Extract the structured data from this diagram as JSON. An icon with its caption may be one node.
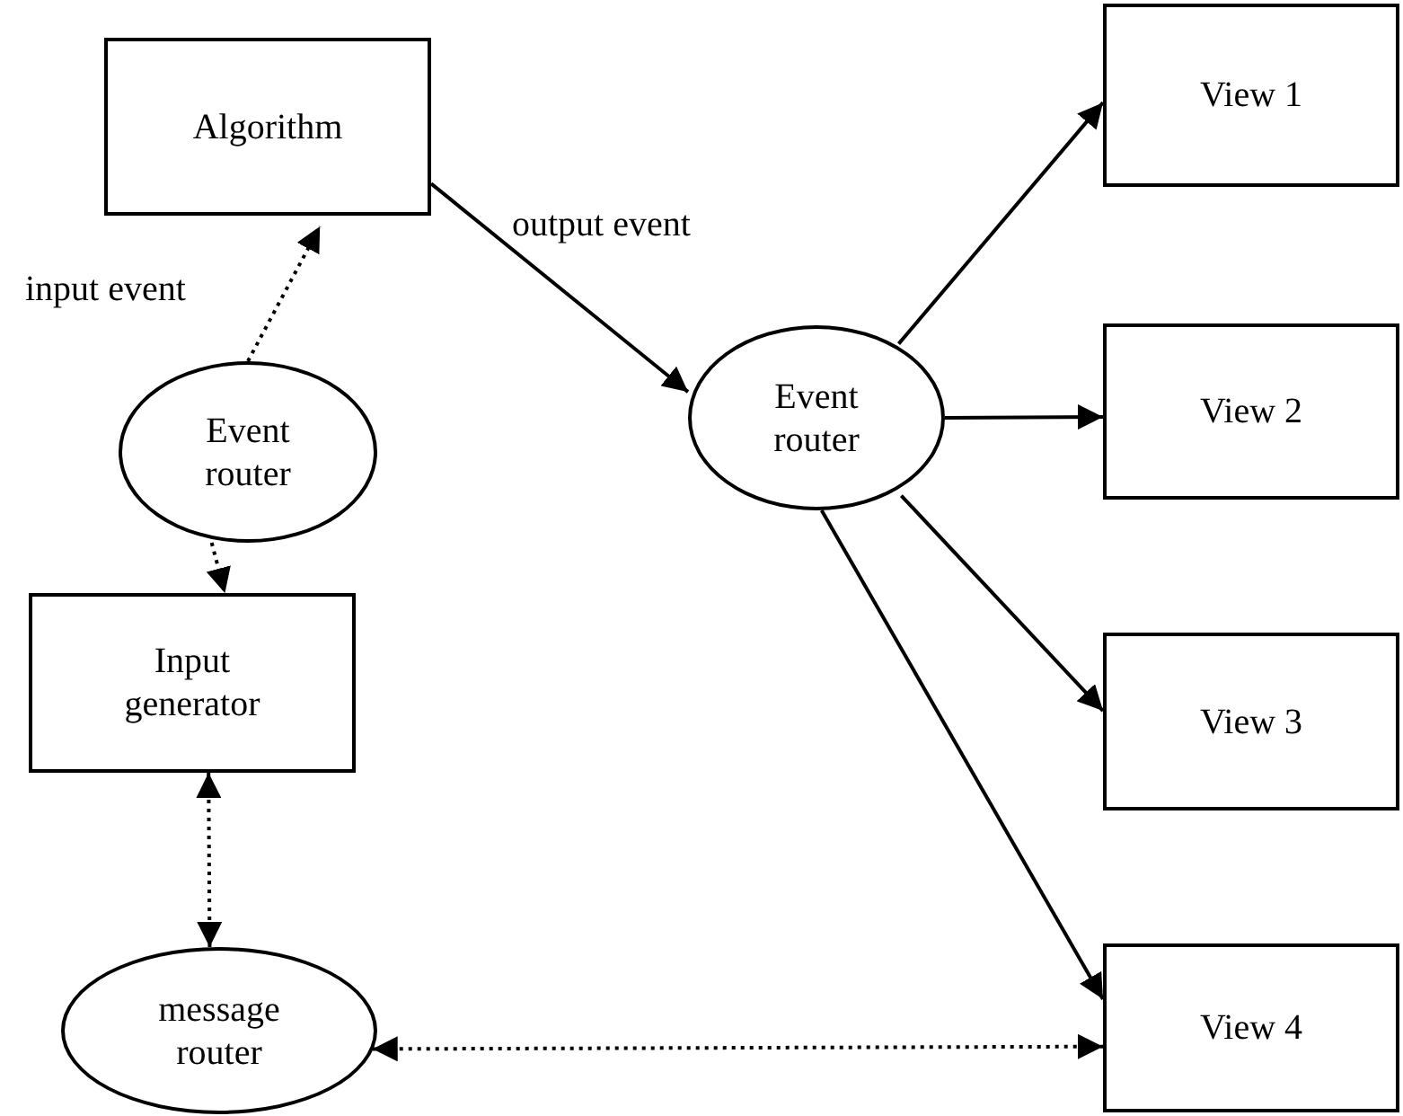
{
  "diagram": {
    "nodes": [
      {
        "text": [
          "Algorithm"
        ]
      },
      {
        "text": [
          "View 1"
        ]
      },
      {
        "text": [
          "Event router"
        ]
      },
      {
        "text": [
          "Event router"
        ]
      },
      {
        "text": [
          "View 2"
        ]
      },
      {
        "text": [
          "Input generator"
        ]
      },
      {
        "text": [
          "View 3"
        ]
      },
      {
        "text": [
          "message router"
        ]
      },
      {
        "text": [
          "View 4"
        ]
      }
    ],
    "edges": [
      {
        "from": 2,
        "to": 0,
        "arrow": "to",
        "label": "input event",
        "style": "dashed"
      },
      {
        "from": 0,
        "to": 3,
        "arrow": "to",
        "label": "output event"
      },
      {
        "from": 3,
        "to": 1,
        "arrow": "to"
      },
      {
        "from": 3,
        "to": 4,
        "arrow": "to"
      },
      {
        "from": 2,
        "to": 5,
        "arrow": "to",
        "style": "dashed"
      },
      {
        "from": 3,
        "to": 6,
        "arrow": "to"
      },
      {
        "from": 3,
        "to": 8,
        "arrow": "to"
      },
      {
        "from": 5,
        "to": 7,
        "arrow": "both",
        "style": "dashed"
      },
      {
        "from": 7,
        "to": 8,
        "arrow": "both",
        "style": "dashed"
      }
    ]
  }
}
